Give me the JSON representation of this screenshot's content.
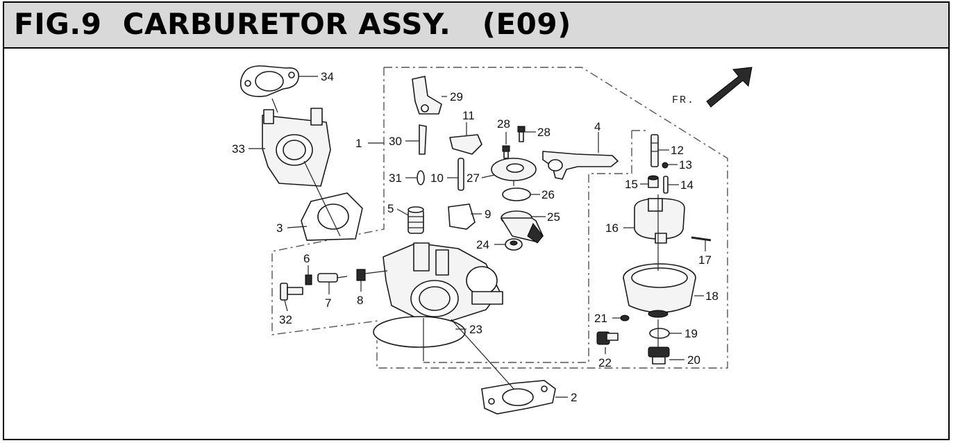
{
  "title": "FIG.9  CARBURETOR ASSY.   (E09)",
  "direction_label": "FR.",
  "part_numbers": [
    "1",
    "2",
    "3",
    "4",
    "5",
    "6",
    "7",
    "8",
    "9",
    "10",
    "11",
    "12",
    "13",
    "14",
    "15",
    "16",
    "17",
    "18",
    "19",
    "20",
    "21",
    "22",
    "23",
    "24",
    "25",
    "26",
    "27",
    "28",
    "28",
    "29",
    "30",
    "31",
    "32",
    "33",
    "34"
  ]
}
